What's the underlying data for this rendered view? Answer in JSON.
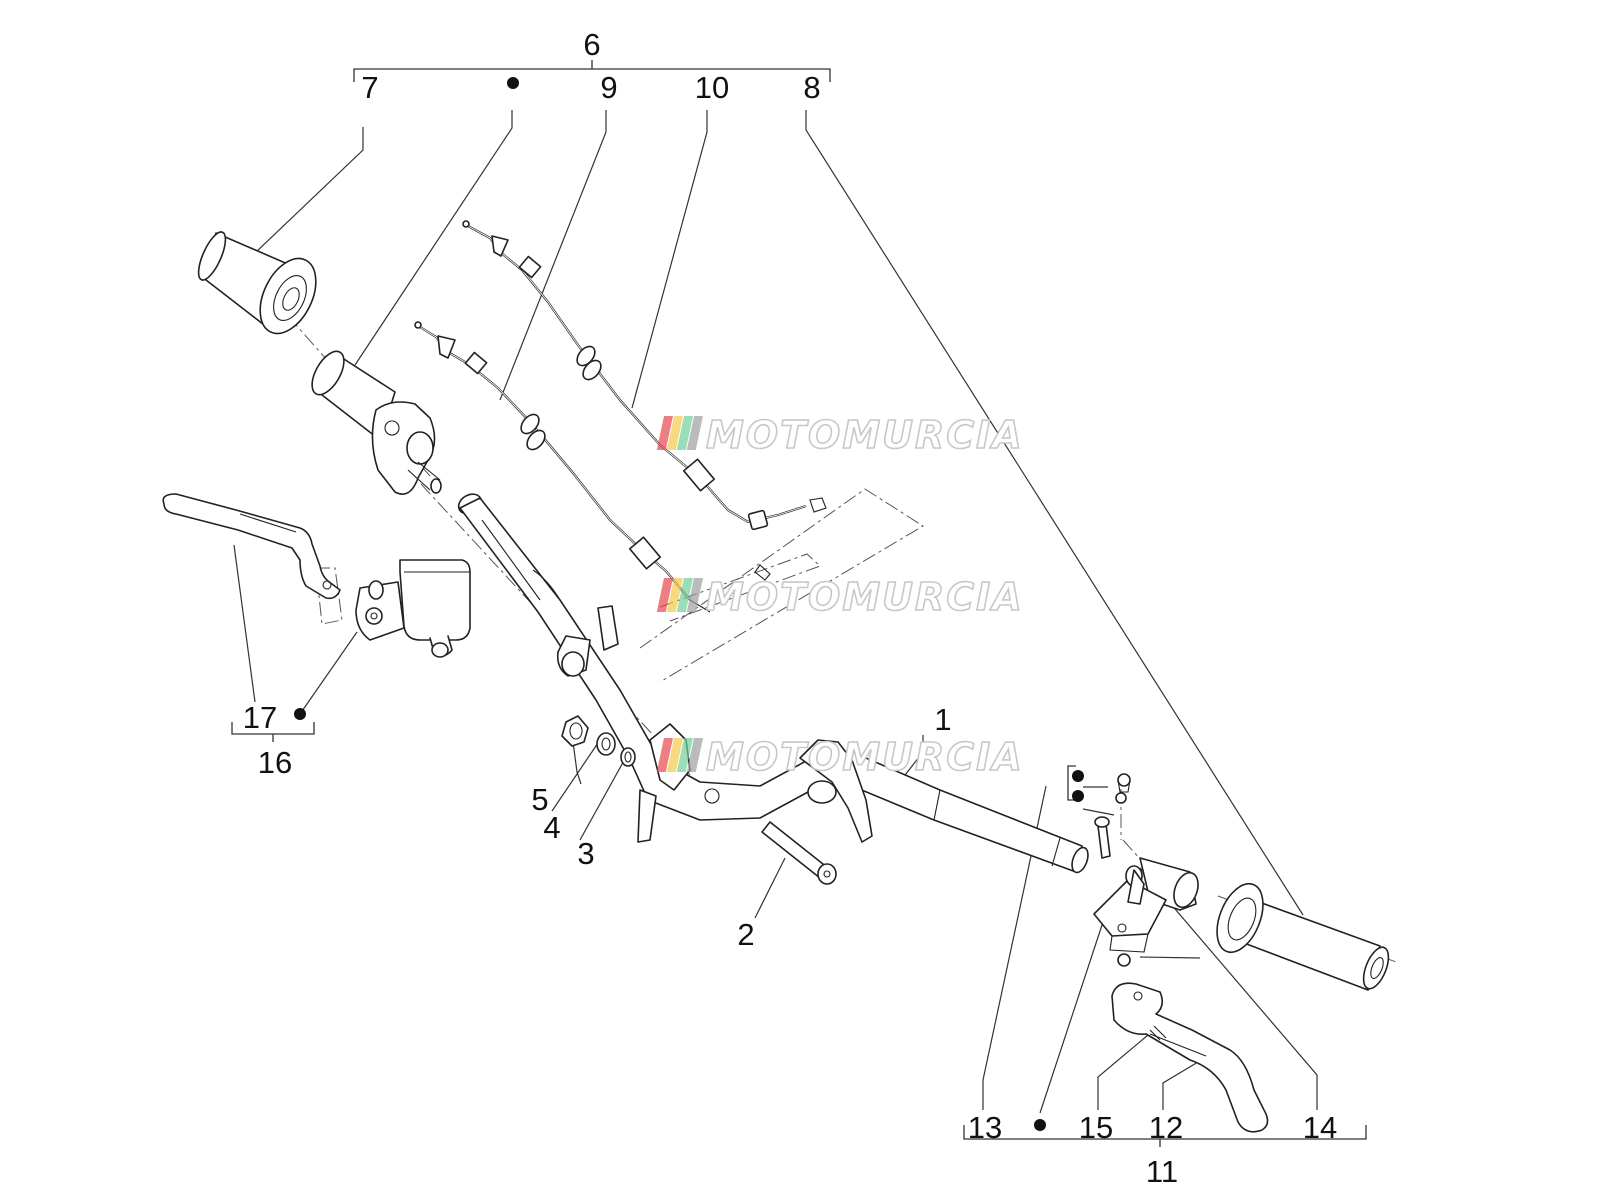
{
  "callouts": {
    "c1": "1",
    "c2": "2",
    "c3": "3",
    "c4": "4",
    "c5": "5",
    "c6": "6",
    "c7": "7",
    "c8": "8",
    "c9": "9",
    "c10": "10",
    "c11": "11",
    "c12": "12",
    "c13": "13",
    "c14": "14",
    "c15": "15",
    "c16": "16",
    "c17": "17"
  },
  "watermark": {
    "text": "MOTOMURCIA",
    "stripe_colors": [
      "#e5484d",
      "#f2c94c",
      "#6fcf97",
      "#9e9e9e"
    ]
  },
  "colors": {
    "line": "#222222",
    "text": "#111111"
  }
}
